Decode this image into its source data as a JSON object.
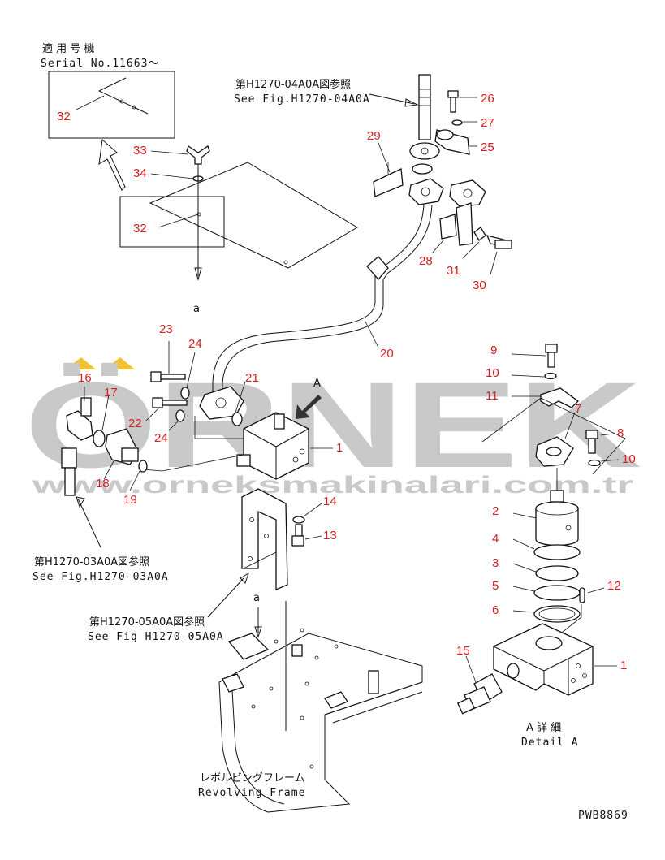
{
  "watermark": {
    "brand": "ÖRNEK",
    "url": "www.orneksmakinalari.com.tr",
    "accent_color": "#f2c230",
    "text_color": "#c9c9c9"
  },
  "colors": {
    "callout": "#d42020",
    "line": "#111111"
  },
  "serial_note": {
    "jp": "適 用 号 機",
    "en": "Serial No.11663～"
  },
  "refs": {
    "fig04_jp": "第H1270-04A0A図参照",
    "fig04_en": "See Fig.H1270-04A0A",
    "fig03_jp": "第H1270-03A0A図参照",
    "fig03_en": "See Fig.H1270-03A0A",
    "fig05_jp": "第H1270-05A0A図参照",
    "fig05_en": "See Fig H1270-05A0A"
  },
  "frame": {
    "jp": "レボルビングフレーム",
    "en": "Revolving Frame"
  },
  "detail": {
    "jp": "A 詳 細",
    "en": "Detail A",
    "view_letter": "A"
  },
  "view_marks": {
    "a_top": "a",
    "a_lower": "a"
  },
  "drawing_code": "PWB8869",
  "callouts": {
    "c1": "1",
    "c1b": "1",
    "c2": "2",
    "c3": "3",
    "c4": "4",
    "c5": "5",
    "c6": "6",
    "c7": "7",
    "c8": "8",
    "c9": "9",
    "c10": "10",
    "c10b": "10",
    "c11": "11",
    "c12": "12",
    "c13": "13",
    "c14": "14",
    "c15": "15",
    "c16": "16",
    "c17": "17",
    "c18": "18",
    "c19": "19",
    "c20": "20",
    "c21": "21",
    "c22": "22",
    "c23": "23",
    "c24": "24",
    "c24b": "24",
    "c25": "25",
    "c26": "26",
    "c27": "27",
    "c28": "28",
    "c29": "29",
    "c30": "30",
    "c31": "31",
    "c32": "32",
    "c32b": "32",
    "c33": "33",
    "c34": "34"
  }
}
